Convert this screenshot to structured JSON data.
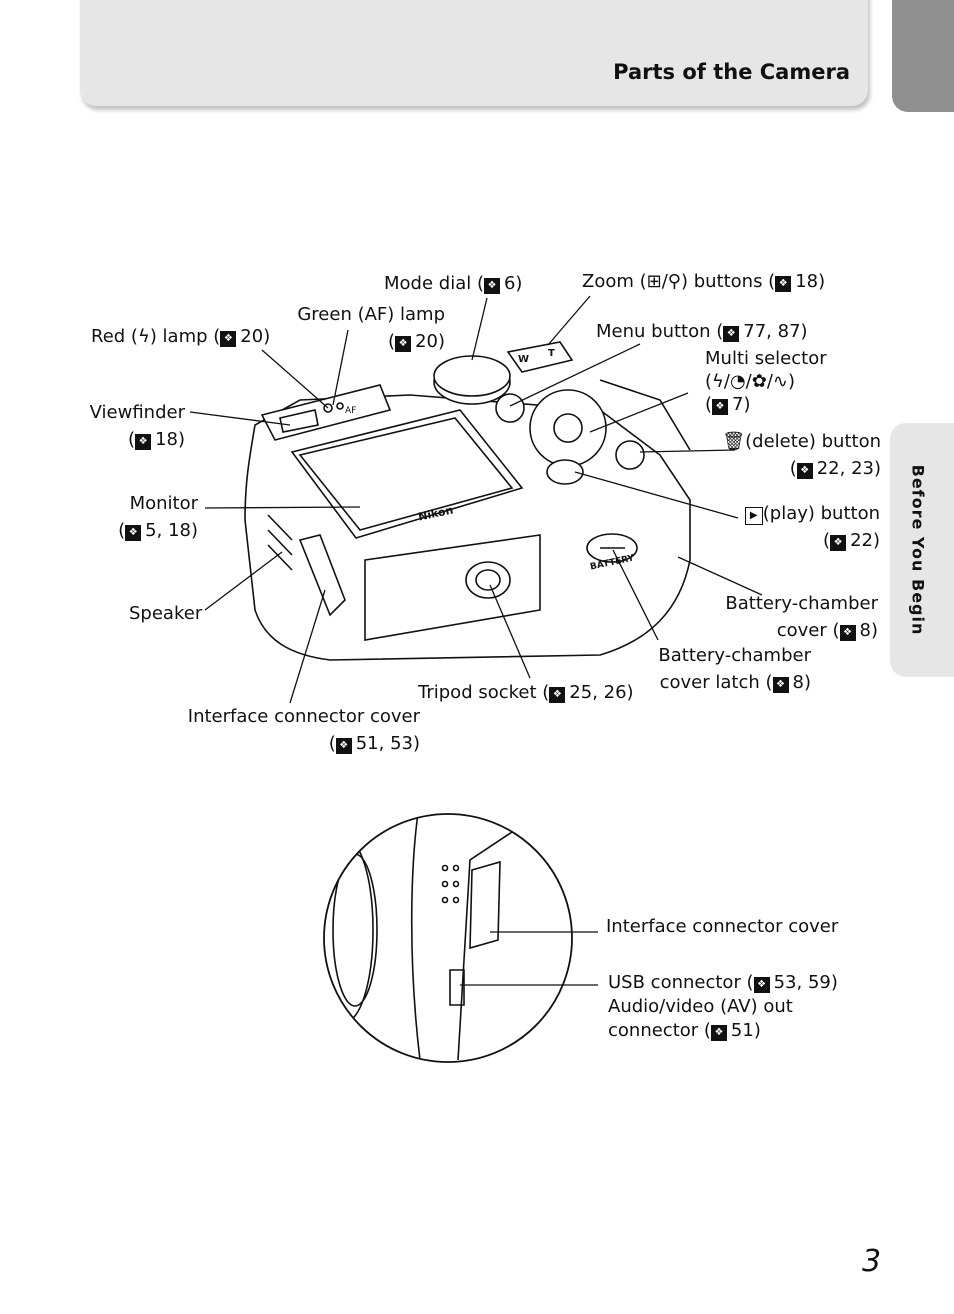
{
  "header": {
    "title": "Parts of the Camera"
  },
  "side_tab": {
    "label": "Before You Begin"
  },
  "callouts": {
    "mode_dial": {
      "text": "Mode dial (",
      "ref": "6)"
    },
    "zoom": {
      "text": "Zoom (⊞/⚲) buttons (",
      "ref": "18)"
    },
    "green_lamp": {
      "line1": "Green (AF) lamp",
      "line2_pre": "(",
      "ref": "20)"
    },
    "red_lamp": {
      "text": "Red (ϟ) lamp (",
      "ref": "20)"
    },
    "menu": {
      "text": "Menu button (",
      "ref": "77, 87)"
    },
    "multi": {
      "line1": "Multi selector",
      "line2": "(ϟ/◔/✿/∿)",
      "line3_pre": "(",
      "ref": "7)"
    },
    "viewfinder": {
      "line1": "Viewfinder",
      "line2_pre": "(",
      "ref": "18)"
    },
    "delete": {
      "line1": "(delete) button",
      "line2_pre": "(",
      "ref": "22, 23)"
    },
    "monitor": {
      "line1": "Monitor",
      "line2_pre": "(",
      "ref": "5, 18)"
    },
    "play": {
      "line1": "(play) button",
      "line2_pre": "(",
      "ref": "22)"
    },
    "speaker": {
      "text": "Speaker"
    },
    "battery_cover": {
      "line1": "Battery-chamber",
      "line2": "cover (",
      "ref": "8)"
    },
    "battery_latch": {
      "line1": "Battery-chamber",
      "line2": "cover latch (",
      "ref": "8)"
    },
    "tripod": {
      "text": "Tripod socket (",
      "ref": "25, 26)"
    },
    "interface": {
      "line1": "Interface connector cover",
      "line2_pre": "(",
      "ref": "51, 53)"
    },
    "inset_interface": {
      "text": "Interface connector cover"
    },
    "usb": {
      "line1": "USB connector (",
      "ref": "53, 59)",
      "line2": "Audio/video (AV) out",
      "line3": "connector (",
      "ref3": "51)"
    }
  },
  "camera": {
    "brand": "Nikon",
    "battery_label": "BATTERY",
    "zoom_w": "W",
    "zoom_t": "T",
    "af_label": "AF"
  },
  "page_number": "3"
}
